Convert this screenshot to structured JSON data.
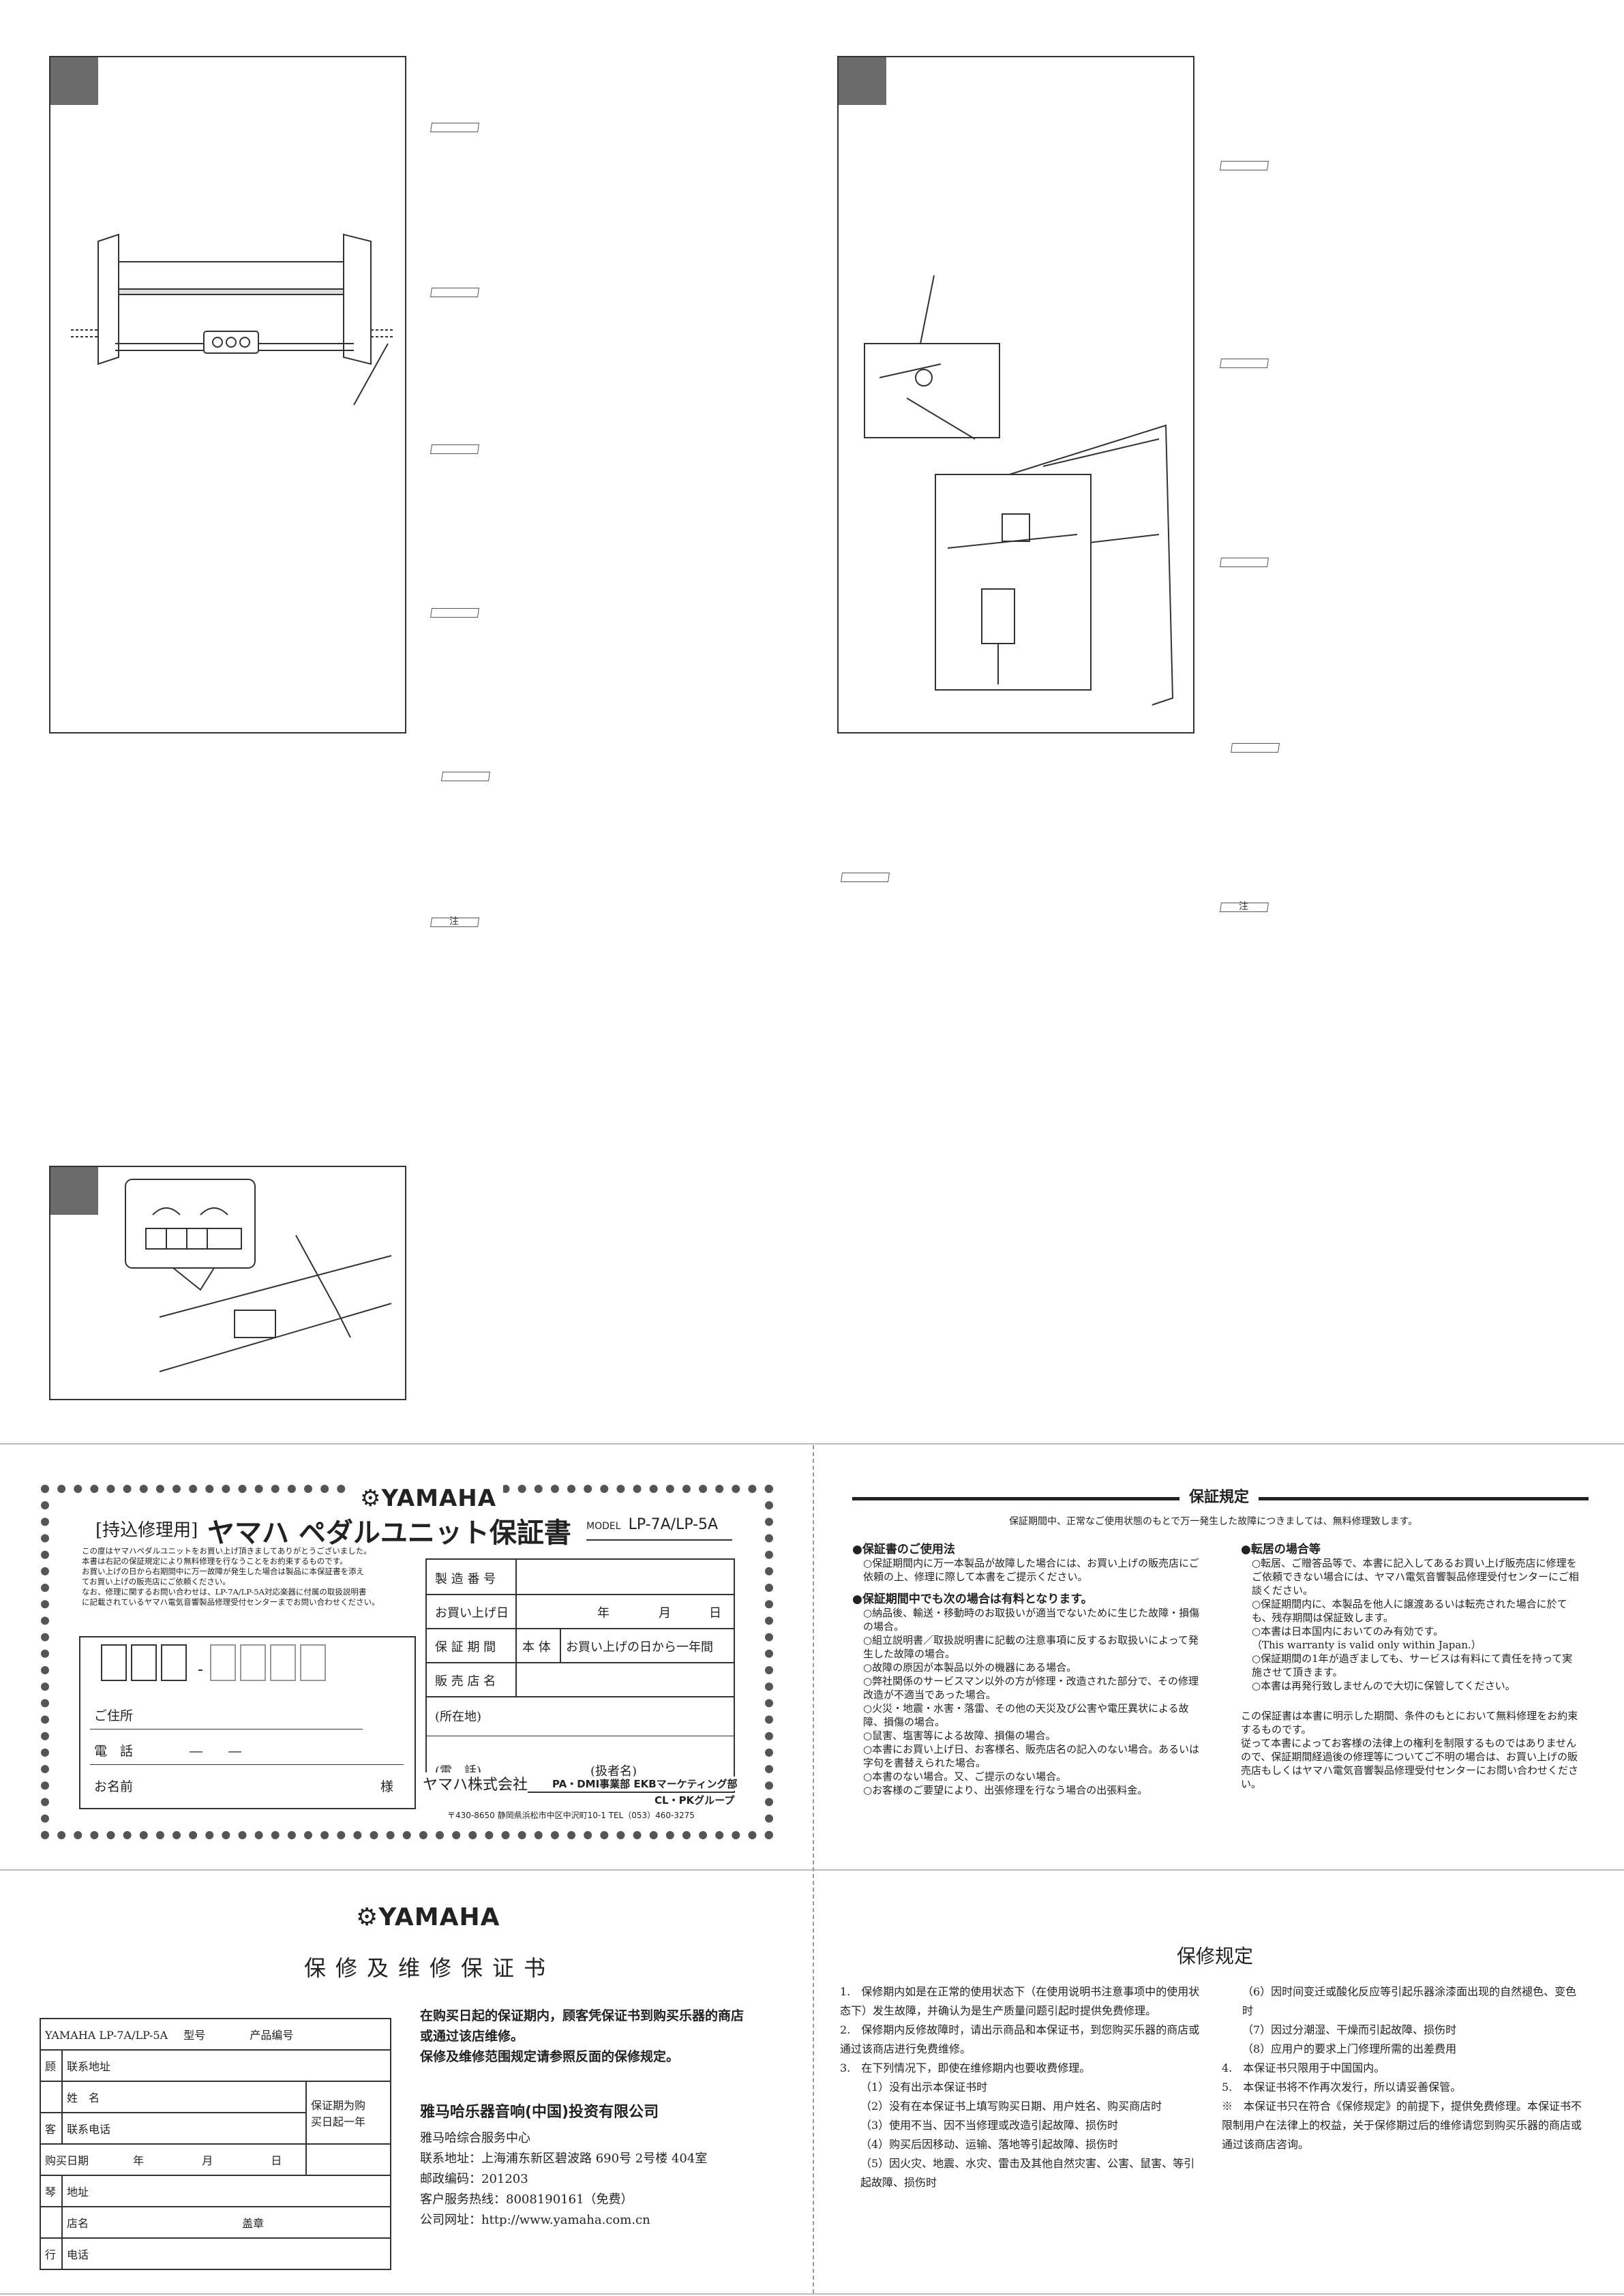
{
  "tags": {
    "chu": "注"
  },
  "jp_card": {
    "logo": "YAMAHA",
    "subtitle": "[持込修理用]",
    "title": "ヤマハ ペダルユニット保証書",
    "model_label": "MODEL",
    "model_value": "LP-7A/LP-5A",
    "intro": [
      "この度はヤマハペダルユニットをお買い上げ頂きましてありがとうございました。",
      "本書は右記の保証規定により無料修理を行なうことをお約束するものです。",
      "お買い上げの日から右期間中に万一故障が発生した場合は製品に本保証書を添え",
      "てお買い上げの販売店にご依頼ください。",
      "なお、修理に関するお問い合わせは、LP-7A/LP-5A対応楽器に付属の取扱説明書",
      "に記載されているヤマハ電気音響製品修理受付センターまでお問い合わせください。"
    ],
    "address_label": "ご住所",
    "phone_label": "電　話",
    "phone_dash": "―　　―",
    "name_label": "お名前",
    "name_suffix": "様",
    "serial_label": "製 造 番 号",
    "purchase_label": "お買い上げ日",
    "year": "年",
    "month": "月",
    "day": "日",
    "period_label": "保 証 期 間",
    "period_body": "本 体",
    "period_value": "お買い上げの日から一年間",
    "store_label": "販 売 店 名",
    "location_label": "(所在地)",
    "tel_label": "(電　話)",
    "handler_label": "(扱者名)",
    "company": "ヤマハ株式会社",
    "division": "PA・DMI事業部 EKBマーケティング部",
    "group": "CL・PKグループ",
    "address": "〒430-8650 静岡県浜松市中区中沢町10-1 TEL（053）460-3275"
  },
  "jp_rules": {
    "title": "保証規定",
    "intro": "保証期間中、正常なご使用状態のもとで万一発生した故障につきましては、無料修理致します。",
    "sec1_title": "●保証書のご使用法",
    "sec1_items": [
      "○保証期間内に万一本製品が故障した場合には、お買い上げの販売店にご依頼の上、修理に際して本書をご提示ください。"
    ],
    "sec2_title": "●保証期間中でも次の場合は有料となります。",
    "sec2_items": [
      "○納品後、輸送・移動時のお取扱いが適当でないために生じた故障・損傷の場合。",
      "○組立説明書／取扱説明書に記載の注意事項に反するお取扱いによって発生した故障の場合。",
      "○故障の原因が本製品以外の機器にある場合。",
      "○弊社関係のサービスマン以外の方が修理・改造された部分で、その修理改造が不適当であった場合。",
      "○火災・地震・水害・落雷、その他の天災及び公害や電圧異状による故障、損傷の場合。",
      "○鼠害、塩害等による故障、損傷の場合。",
      "○本書にお買い上げ日、お客様名、販売店名の記入のない場合。あるいは字句を書替えられた場合。",
      "○本書のない場合。又、ご提示のない場合。",
      "○お客様のご要望により、出張修理を行なう場合の出張料金。"
    ],
    "sec3_title": "●転居の場合等",
    "sec3_items": [
      "○転居、ご贈答品等で、本書に記入してあるお買い上げ販売店に修理をご依頼できない場合には、ヤマハ電気音響製品修理受付センターにご相談ください。",
      "○保証期間内に、本製品を他人に譲渡あるいは転売された場合に於ても、残存期間は保証致します。",
      "○本書は日本国内においてのみ有効です。",
      "（This warranty is valid only within Japan.）",
      "○保証期間の1年が過ぎましても、サービスは有料にて責任を持って実施させて頂きます。",
      "○本書は再発行致しませんので大切に保管してください。"
    ],
    "closing": [
      "この保証書は本書に明示した期間、条件のもとにおいて無料修理をお約束するものです。",
      "従って本書によってお客様の法律上の権利を制限するものではありませんので、保証期間経過後の修理等についてご不明の場合は、お買い上げの販売店もしくはヤマハ電気音響製品修理受付センターにお問い合わせください。"
    ]
  },
  "cn_card": {
    "logo": "YAMAHA",
    "title": "保修及维修保证书",
    "model": "YAMAHA  LP-7A/LP-5A",
    "model_no": "型号",
    "product_no": "产品编号",
    "gu": "顾",
    "ke": "客",
    "qin": "琴",
    "hang": "行",
    "addr": "联系地址",
    "name": "姓　名",
    "phone": "联系电话",
    "period1": "保证期为购",
    "period2": "买日起一年",
    "date_label": "购买日期",
    "nian": "年",
    "yue": "月",
    "ri": "日",
    "dizhi": "地址",
    "dianming": "店名",
    "gaizhang": "盖章",
    "dianhua": "电话",
    "notice1": "在购买日起的保证期内，顾客凭保证书到购买乐器的商店",
    "notice2": "或通过该店维修。",
    "notice3": "保修及维修范围规定请参照反面的保修规定。",
    "company": "雅马哈乐器音响(中国)投资有限公司",
    "center": "雅马哈综合服务中心",
    "address": "联系地址：上海浦东新区碧波路 690号 2号楼 404室",
    "zip": "邮政编码：201203",
    "hotline": "客户服务热线：8008190161（免费）",
    "web": "公司网址：http://www.yamaha.com.cn"
  },
  "cn_rules": {
    "title": "保修规定",
    "items": [
      "1.　保修期内如是在正常的使用状态下（在使用说明书注意事项中的使用状态下）发生故障，并确认为是生产质量问题引起时提供免费修理。",
      "2.　保修期内反修故障时，请出示商品和本保证书，到您购买乐器的商店或通过该商店进行免费维修。",
      "3.　在下列情况下，即使在维修期内也要收费修理。",
      "（1）没有出示本保证书时",
      "（2）没有在本保证书上填写购买日期、用户姓名、购买商店时",
      "（3）使用不当、因不当修理或改造引起故障、损伤时",
      "（4）购买后因移动、运输、落地等引起故障、损伤时",
      "（5）因火灾、地震、水灾、雷击及其他自然灾害、公害、鼠害、等引起故障、损伤时"
    ],
    "items_right": [
      "（6）因时间变迁或酸化反应等引起乐器涂漆面出现的自然褪色、变色时",
      "（7）因过分潮湿、干燥而引起故障、损伤时",
      "（8）应用户的要求上门修理所需的出差费用",
      "4.　本保证书只限用于中国国内。",
      "5.　本保证书将不作再次发行，所以请妥善保管。",
      "※　本保证书只在符合《保修规定》的前提下，提供免费修理。本保证书不限制用户在法律上的权益，关于保修期过后的维修请您到购买乐器的商店或通过该商店咨询。"
    ]
  }
}
